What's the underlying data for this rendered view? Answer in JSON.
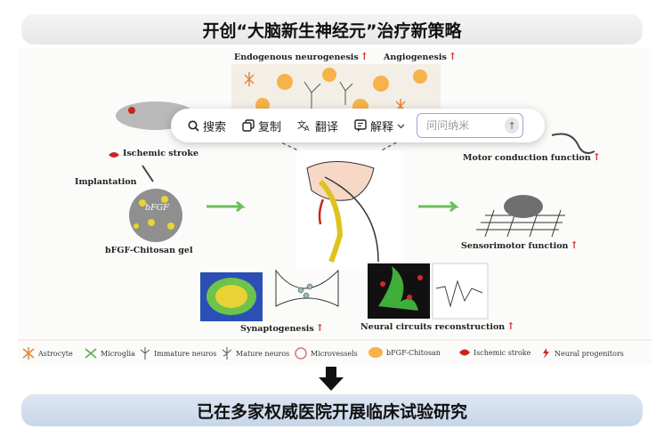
{
  "header": {
    "title": "开创“大脑新生神经元”治疗新策略"
  },
  "footer": {
    "title": "已在多家权威医院开展临床试验研究"
  },
  "figure": {
    "labels": {
      "endogenous": "Endogenous neurogenesis",
      "angiogenesis": "Angiogenesis",
      "ischemic": "Ischemic stroke",
      "implantation": "Implantation",
      "bfgf_gel": "bFGF-Chitosan gel",
      "bfgf_tag": "bFGF",
      "motor": "Motor conduction function",
      "sensorimotor": "Sensorimotor function",
      "synaptogenesis": "Synaptogenesis",
      "neural_circuits": "Neural circuits reconstruction"
    },
    "legend": [
      {
        "icon": "astrocyte-icon",
        "label": "Astrocyte"
      },
      {
        "icon": "microglia-icon",
        "label": "Microglia"
      },
      {
        "icon": "immature-neuron-icon",
        "label": "Immature neuros"
      },
      {
        "icon": "mature-neuron-icon",
        "label": "Mature neuros"
      },
      {
        "icon": "microvessel-icon",
        "label": "Microvessels"
      },
      {
        "icon": "bfgf-chitosan-icon",
        "label": "bFGF-Chitosan"
      },
      {
        "icon": "ischemic-stroke-icon",
        "label": "Ischemic stroke"
      },
      {
        "icon": "neural-progenitor-icon",
        "label": "Neural progenitors"
      }
    ]
  },
  "toolbar": {
    "search": "搜索",
    "copy": "复制",
    "translate": "翻译",
    "explain": "解释",
    "ask_placeholder": "问问纳米"
  },
  "colors": {
    "accent_red": "#d2231e",
    "arrow_green": "#6cbf5a",
    "toolbar_border": "#9aa6d8"
  }
}
